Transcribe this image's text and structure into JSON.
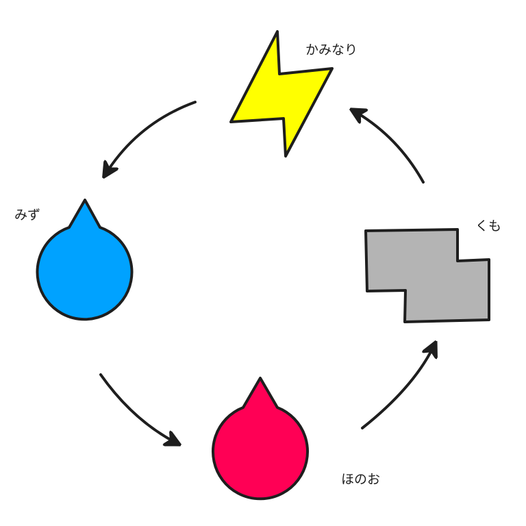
{
  "nodes": {
    "thunder": {
      "label": "かみなり",
      "color": "#ffff00"
    },
    "water": {
      "label": "みず",
      "color": "#00a2ff"
    },
    "cloud": {
      "label": "くも",
      "color": "#b4b4b4"
    },
    "fire": {
      "label": "ほのお",
      "color": "#ff0055"
    }
  },
  "cycle": [
    "thunder",
    "water",
    "fire",
    "cloud",
    "thunder"
  ]
}
